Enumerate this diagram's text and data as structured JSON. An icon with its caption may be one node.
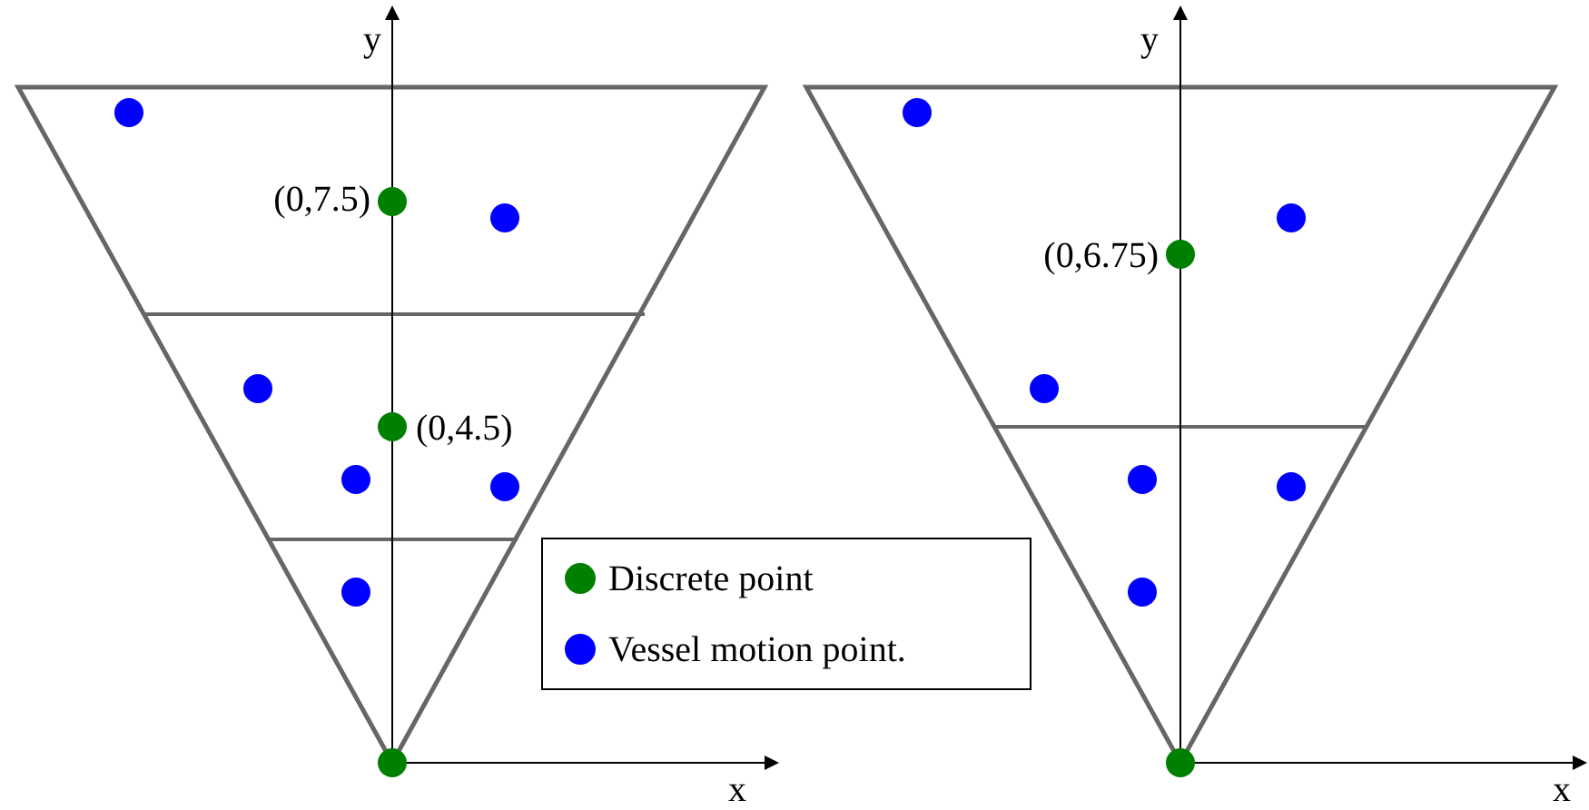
{
  "diagram": {
    "labels": [
      "y",
      "(0,7.5)",
      "(0,4.5)",
      "x",
      "y",
      "(0,6.75)",
      "x"
    ],
    "legend": [
      {
        "text": "Discrete point",
        "color": "#008000"
      },
      {
        "text": "Vessel motion point.",
        "color": "#0000ff"
      }
    ]
  }
}
